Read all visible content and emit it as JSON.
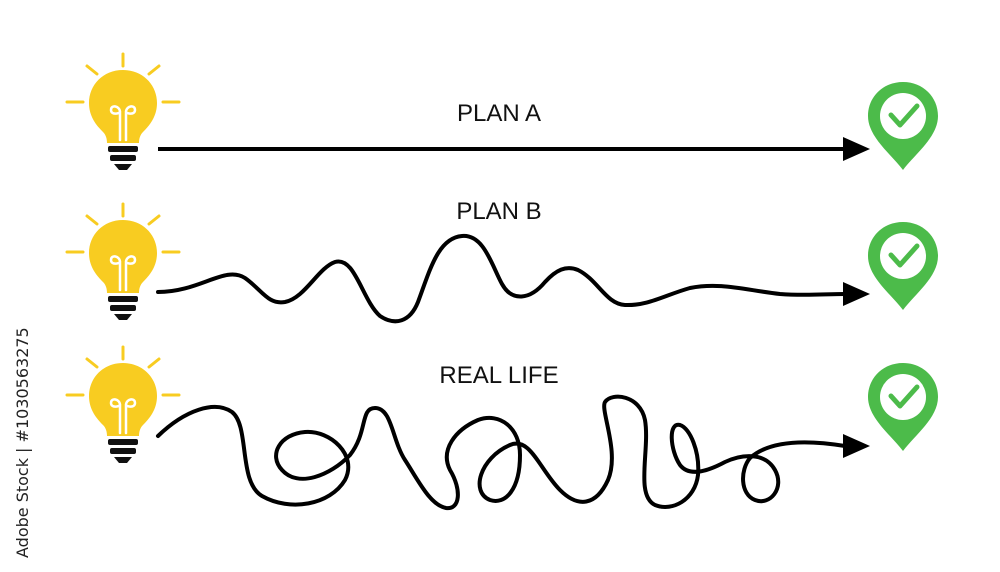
{
  "rows": [
    {
      "label": "PLAN A",
      "path_style": "straight"
    },
    {
      "label": "PLAN B",
      "path_style": "wavy"
    },
    {
      "label": "REAL LIFE",
      "path_style": "tangled"
    }
  ],
  "watermark": "Adobe Stock | #1030563275",
  "colors": {
    "bulb": "#F8CC21",
    "bulb_rays": "#F8CC21",
    "base": "#111111",
    "pin": "#4CBB4A",
    "check": "#4CBB4A",
    "path": "#000000"
  },
  "icons": {
    "start": "lightbulb-icon",
    "end": "check-location-pin-icon"
  }
}
